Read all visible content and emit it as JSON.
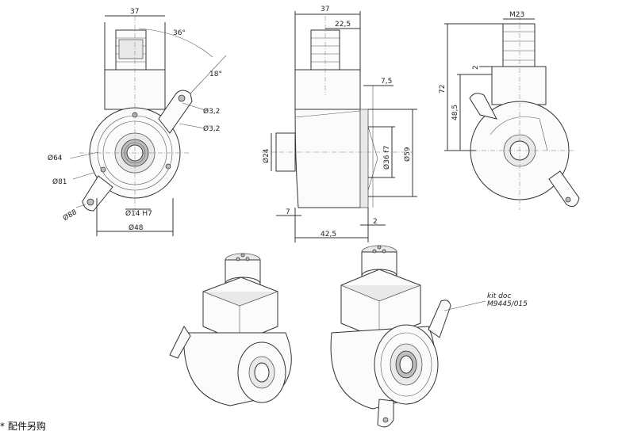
{
  "front_view": {
    "dims": {
      "width_top": "37",
      "angle_36": "36°",
      "angle_18": "18°",
      "hole_32_a": "Ø3,2",
      "hole_32_b": "Ø3,2",
      "dia_64": "Ø64",
      "dia_81": "Ø81",
      "dia_88": "Ø88",
      "bore": "Ø14 H7",
      "dia_48": "Ø48"
    }
  },
  "side_view": {
    "dims": {
      "width_top": "37",
      "offset_225": "22,5",
      "gap_75": "7,5",
      "dia_24": "Ø24",
      "dia_36f7": "Ø36 f7",
      "dia_59": "Ø59",
      "dim_7": "7",
      "dim_2": "2",
      "length_425": "42,5"
    }
  },
  "rear_view": {
    "dims": {
      "thread": "M23",
      "dim_2": "2",
      "height_72": "72",
      "height_485": "48,5"
    }
  },
  "iso_view": {
    "kit_label_line1": "kit doc",
    "kit_label_line2": "M9445/015"
  },
  "footnote": "* 配件另购"
}
